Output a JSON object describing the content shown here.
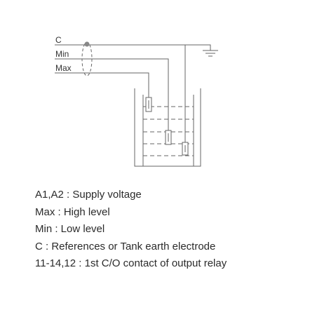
{
  "diagram": {
    "wires": [
      {
        "id": "c",
        "label": "C"
      },
      {
        "id": "min",
        "label": "Min"
      },
      {
        "id": "max",
        "label": "Max"
      }
    ],
    "components": [
      "cable-bundle-oval",
      "earth-ground-icon",
      "tank",
      "max-electrode",
      "min-electrode",
      "reference-electrode"
    ],
    "line_color": "#666666"
  },
  "legend": {
    "items": [
      "A1,A2 : Supply voltage",
      "Max : High level",
      "Min : Low level",
      "C : References or Tank earth electrode",
      "11-14,12 : 1st C/O contact of output relay"
    ]
  }
}
